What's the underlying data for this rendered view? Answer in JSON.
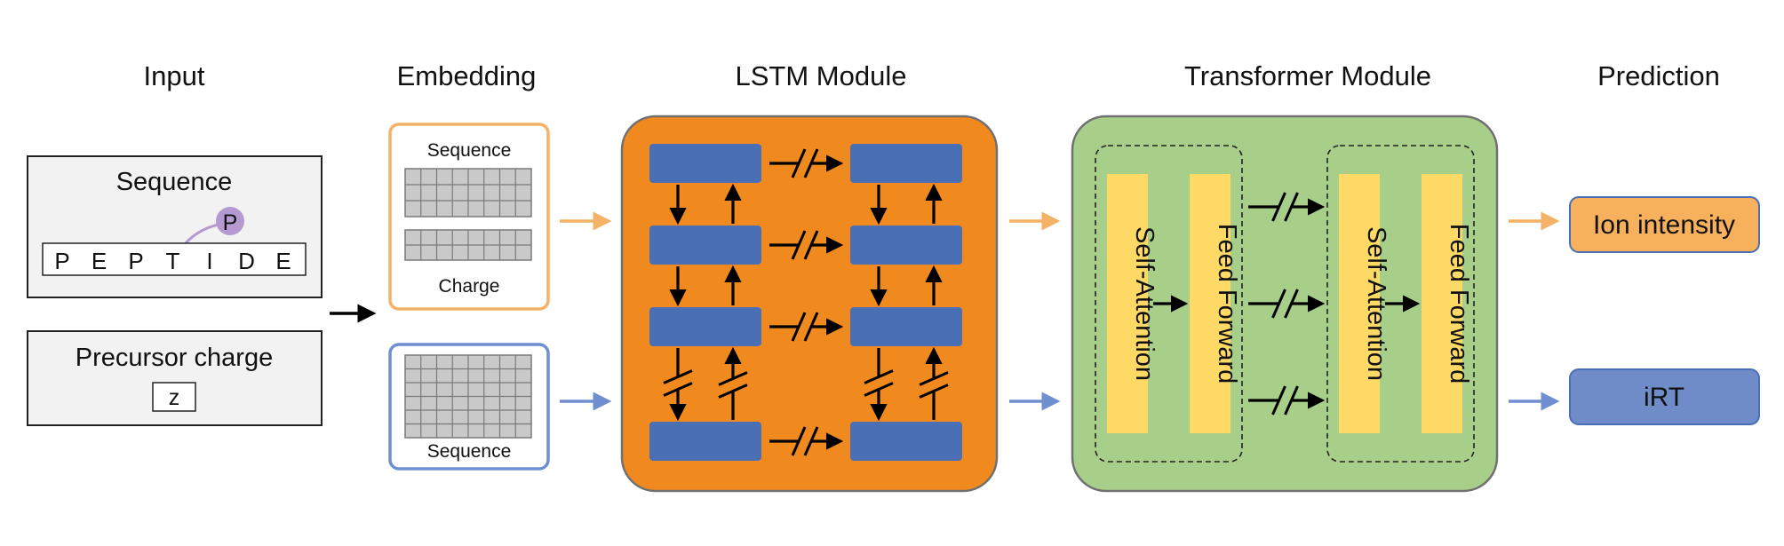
{
  "headers": {
    "input": "Input",
    "embedding": "Embedding",
    "lstm": "LSTM Module",
    "transformer": "Transformer Module",
    "prediction": "Prediction"
  },
  "input": {
    "sequence_title": "Sequence",
    "modification": "P",
    "peptide_letters": [
      "P",
      "E",
      "P",
      "T",
      "I",
      "D",
      "E"
    ],
    "precursor_title": "Precursor charge",
    "charge_symbol": "z"
  },
  "embedding": {
    "top_sequence_label": "Sequence",
    "top_charge_label": "Charge",
    "bottom_sequence_label": "Sequence"
  },
  "transformer": {
    "self_attention": "Self-Attention",
    "feed_forward": "Feed Forward"
  },
  "outputs": {
    "ion_intensity": "Ion intensity",
    "irt": "iRT"
  },
  "colors": {
    "orange_stream": "#f4b266",
    "blue_stream": "#6f8fd0",
    "lstm_bg": "#f08a1f",
    "lstm_cell": "#4a6fb5",
    "transformer_bg": "#a8cf8a",
    "transformer_bar": "#ffd966",
    "ion_box": "#f7b05b",
    "irt_box": "#6f8cc8"
  }
}
